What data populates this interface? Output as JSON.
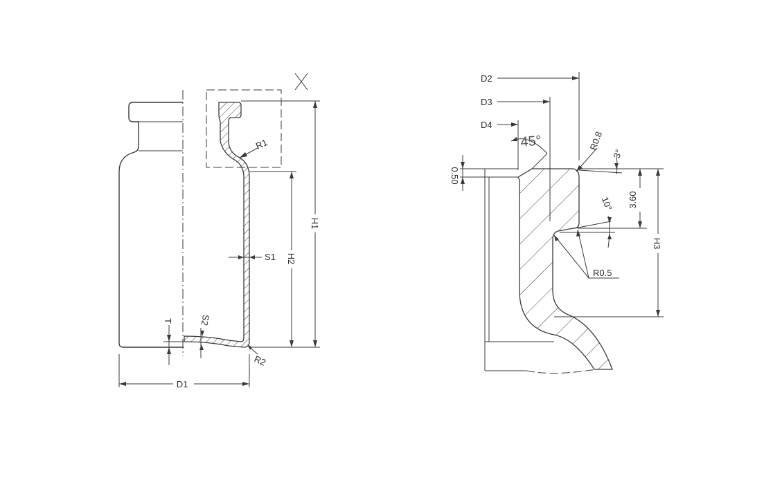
{
  "labels": {
    "detail_marker": "X",
    "r1": "R1",
    "s1": "S1",
    "h1": "H1",
    "h2": "H2",
    "t": "T",
    "s2": "S2",
    "r2": "R2",
    "d1": "D1",
    "d2": "D2",
    "d3": "D3",
    "d4": "D4",
    "angle45": "45°",
    "r08": "R0.8",
    "angle3": "3°",
    "dim050": "0.50",
    "angle10": "10°",
    "dim360": "3.60",
    "h3": "H3",
    "r05": "R0.5"
  }
}
